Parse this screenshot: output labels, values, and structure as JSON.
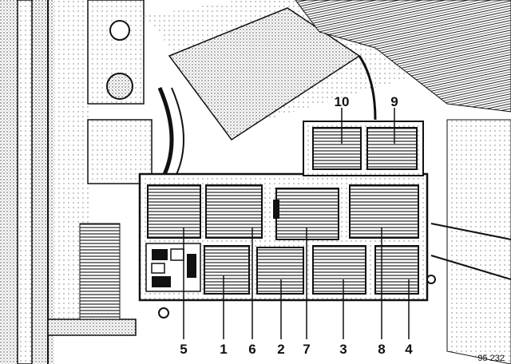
{
  "callouts": {
    "c5": "5",
    "c1": "1",
    "c6": "6",
    "c2": "2",
    "c7": "7",
    "c3": "3",
    "c8": "8",
    "c4": "4",
    "c10": "10",
    "c9": "9"
  },
  "reference": "95 232",
  "colors": {
    "ink": "#111111",
    "paper": "#ffffff",
    "shade": "#bdbdbd"
  }
}
